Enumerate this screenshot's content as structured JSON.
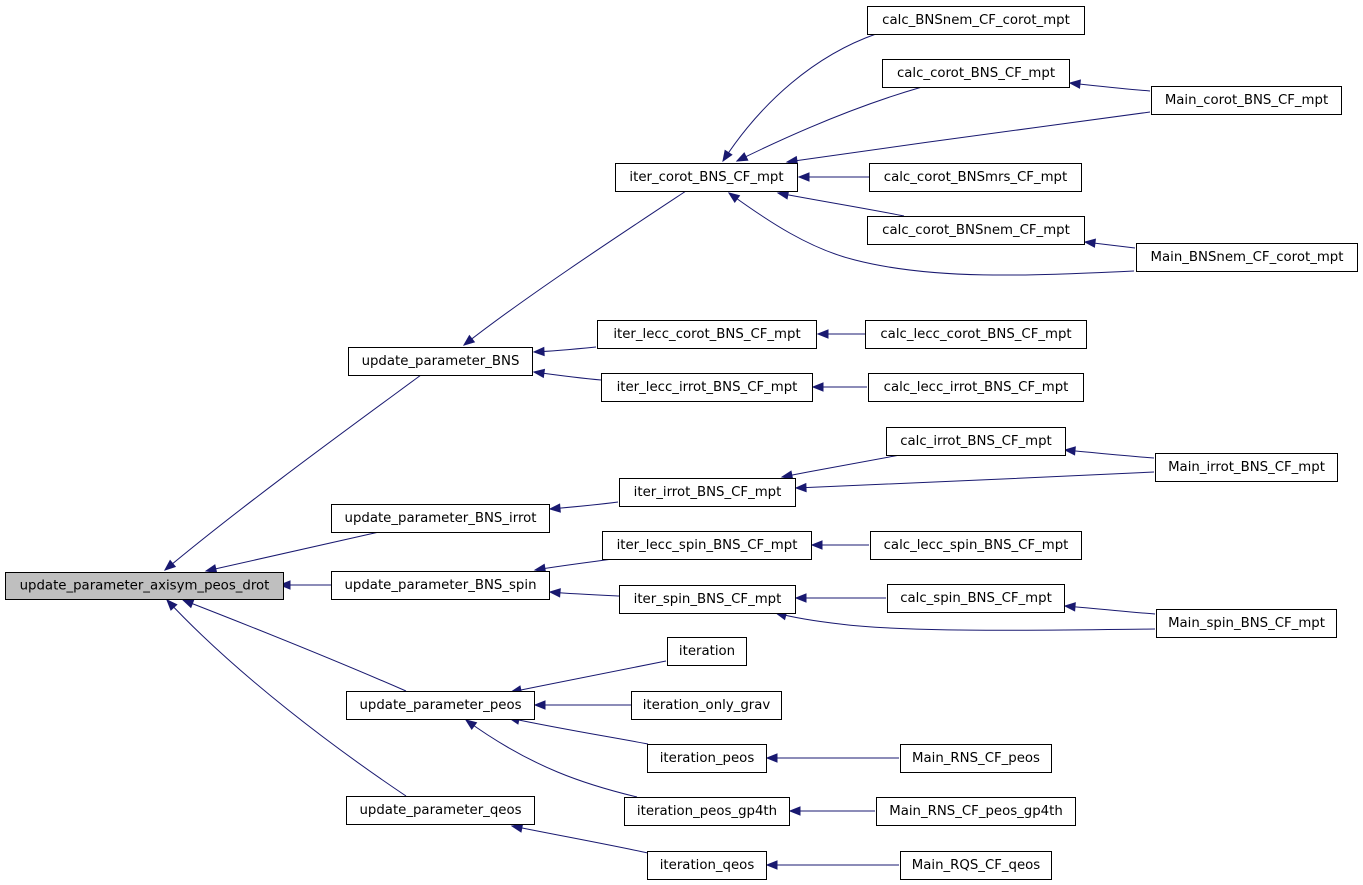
{
  "colors": {
    "edge": "#191970",
    "root_fill": "#bfbfbf",
    "node_fill": "#ffffff",
    "border": "#000000"
  },
  "nodes": {
    "root": "update_parameter_axisym_peos_drot",
    "bns": "update_parameter_BNS",
    "bns_irrot": "update_parameter_BNS_irrot",
    "bns_spin": "update_parameter_BNS_spin",
    "peos": "update_parameter_peos",
    "qeos": "update_parameter_qeos",
    "iter_corot": "iter_corot_BNS_CF_mpt",
    "iter_lecc_corot": "iter_lecc_corot_BNS_CF_mpt",
    "iter_lecc_irrot": "iter_lecc_irrot_BNS_CF_mpt",
    "iter_irrot": "iter_irrot_BNS_CF_mpt",
    "iter_lecc_spin": "iter_lecc_spin_BNS_CF_mpt",
    "iter_spin": "iter_spin_BNS_CF_mpt",
    "iteration": "iteration",
    "iteration_only_grav": "iteration_only_grav",
    "iteration_peos": "iteration_peos",
    "iteration_peos_gp4th": "iteration_peos_gp4th",
    "iteration_qeos": "iteration_qeos",
    "calc_bnsnem_corot": "calc_BNSnem_CF_corot_mpt",
    "calc_corot": "calc_corot_BNS_CF_mpt",
    "calc_corot_bnsmrs": "calc_corot_BNSmrs_CF_mpt",
    "calc_corot_bnsnem": "calc_corot_BNSnem_CF_mpt",
    "calc_lecc_corot": "calc_lecc_corot_BNS_CF_mpt",
    "calc_lecc_irrot": "calc_lecc_irrot_BNS_CF_mpt",
    "calc_irrot": "calc_irrot_BNS_CF_mpt",
    "calc_lecc_spin": "calc_lecc_spin_BNS_CF_mpt",
    "calc_spin": "calc_spin_BNS_CF_mpt",
    "main_corot": "Main_corot_BNS_CF_mpt",
    "main_bnsnem": "Main_BNSnem_CF_corot_mpt",
    "main_irrot": "Main_irrot_BNS_CF_mpt",
    "main_spin": "Main_spin_BNS_CF_mpt",
    "main_rns_peos": "Main_RNS_CF_peos",
    "main_rns_peos_gp4th": "Main_RNS_CF_peos_gp4th",
    "main_rqs_qeos": "Main_RQS_CF_qeos"
  },
  "edges": [
    [
      "bns",
      "root"
    ],
    [
      "bns_irrot",
      "root"
    ],
    [
      "bns_spin",
      "root"
    ],
    [
      "peos",
      "root"
    ],
    [
      "qeos",
      "root"
    ],
    [
      "iter_corot",
      "bns"
    ],
    [
      "iter_lecc_corot",
      "bns"
    ],
    [
      "iter_lecc_irrot",
      "bns"
    ],
    [
      "iter_irrot",
      "bns_irrot"
    ],
    [
      "iter_lecc_spin",
      "bns_spin"
    ],
    [
      "iter_spin",
      "bns_spin"
    ],
    [
      "iteration",
      "peos"
    ],
    [
      "iteration_only_grav",
      "peos"
    ],
    [
      "iteration_peos",
      "peos"
    ],
    [
      "iteration_peos_gp4th",
      "peos"
    ],
    [
      "iteration_qeos",
      "qeos"
    ],
    [
      "calc_bnsnem_corot",
      "iter_corot"
    ],
    [
      "calc_corot",
      "iter_corot"
    ],
    [
      "main_corot",
      "iter_corot"
    ],
    [
      "calc_corot_bnsmrs",
      "iter_corot"
    ],
    [
      "calc_corot_bnsnem",
      "iter_corot"
    ],
    [
      "main_bnsnem",
      "iter_corot"
    ],
    [
      "main_corot",
      "calc_corot"
    ],
    [
      "main_bnsnem",
      "calc_corot_bnsnem"
    ],
    [
      "calc_lecc_corot",
      "iter_lecc_corot"
    ],
    [
      "calc_lecc_irrot",
      "iter_lecc_irrot"
    ],
    [
      "calc_irrot",
      "iter_irrot"
    ],
    [
      "main_irrot",
      "iter_irrot"
    ],
    [
      "main_irrot",
      "calc_irrot"
    ],
    [
      "calc_lecc_spin",
      "iter_lecc_spin"
    ],
    [
      "calc_spin",
      "iter_spin"
    ],
    [
      "main_spin",
      "iter_spin"
    ],
    [
      "main_spin",
      "calc_spin"
    ],
    [
      "main_rns_peos",
      "iteration_peos"
    ],
    [
      "main_rns_peos_gp4th",
      "iteration_peos_gp4th"
    ],
    [
      "main_rqs_qeos",
      "iteration_qeos"
    ]
  ]
}
